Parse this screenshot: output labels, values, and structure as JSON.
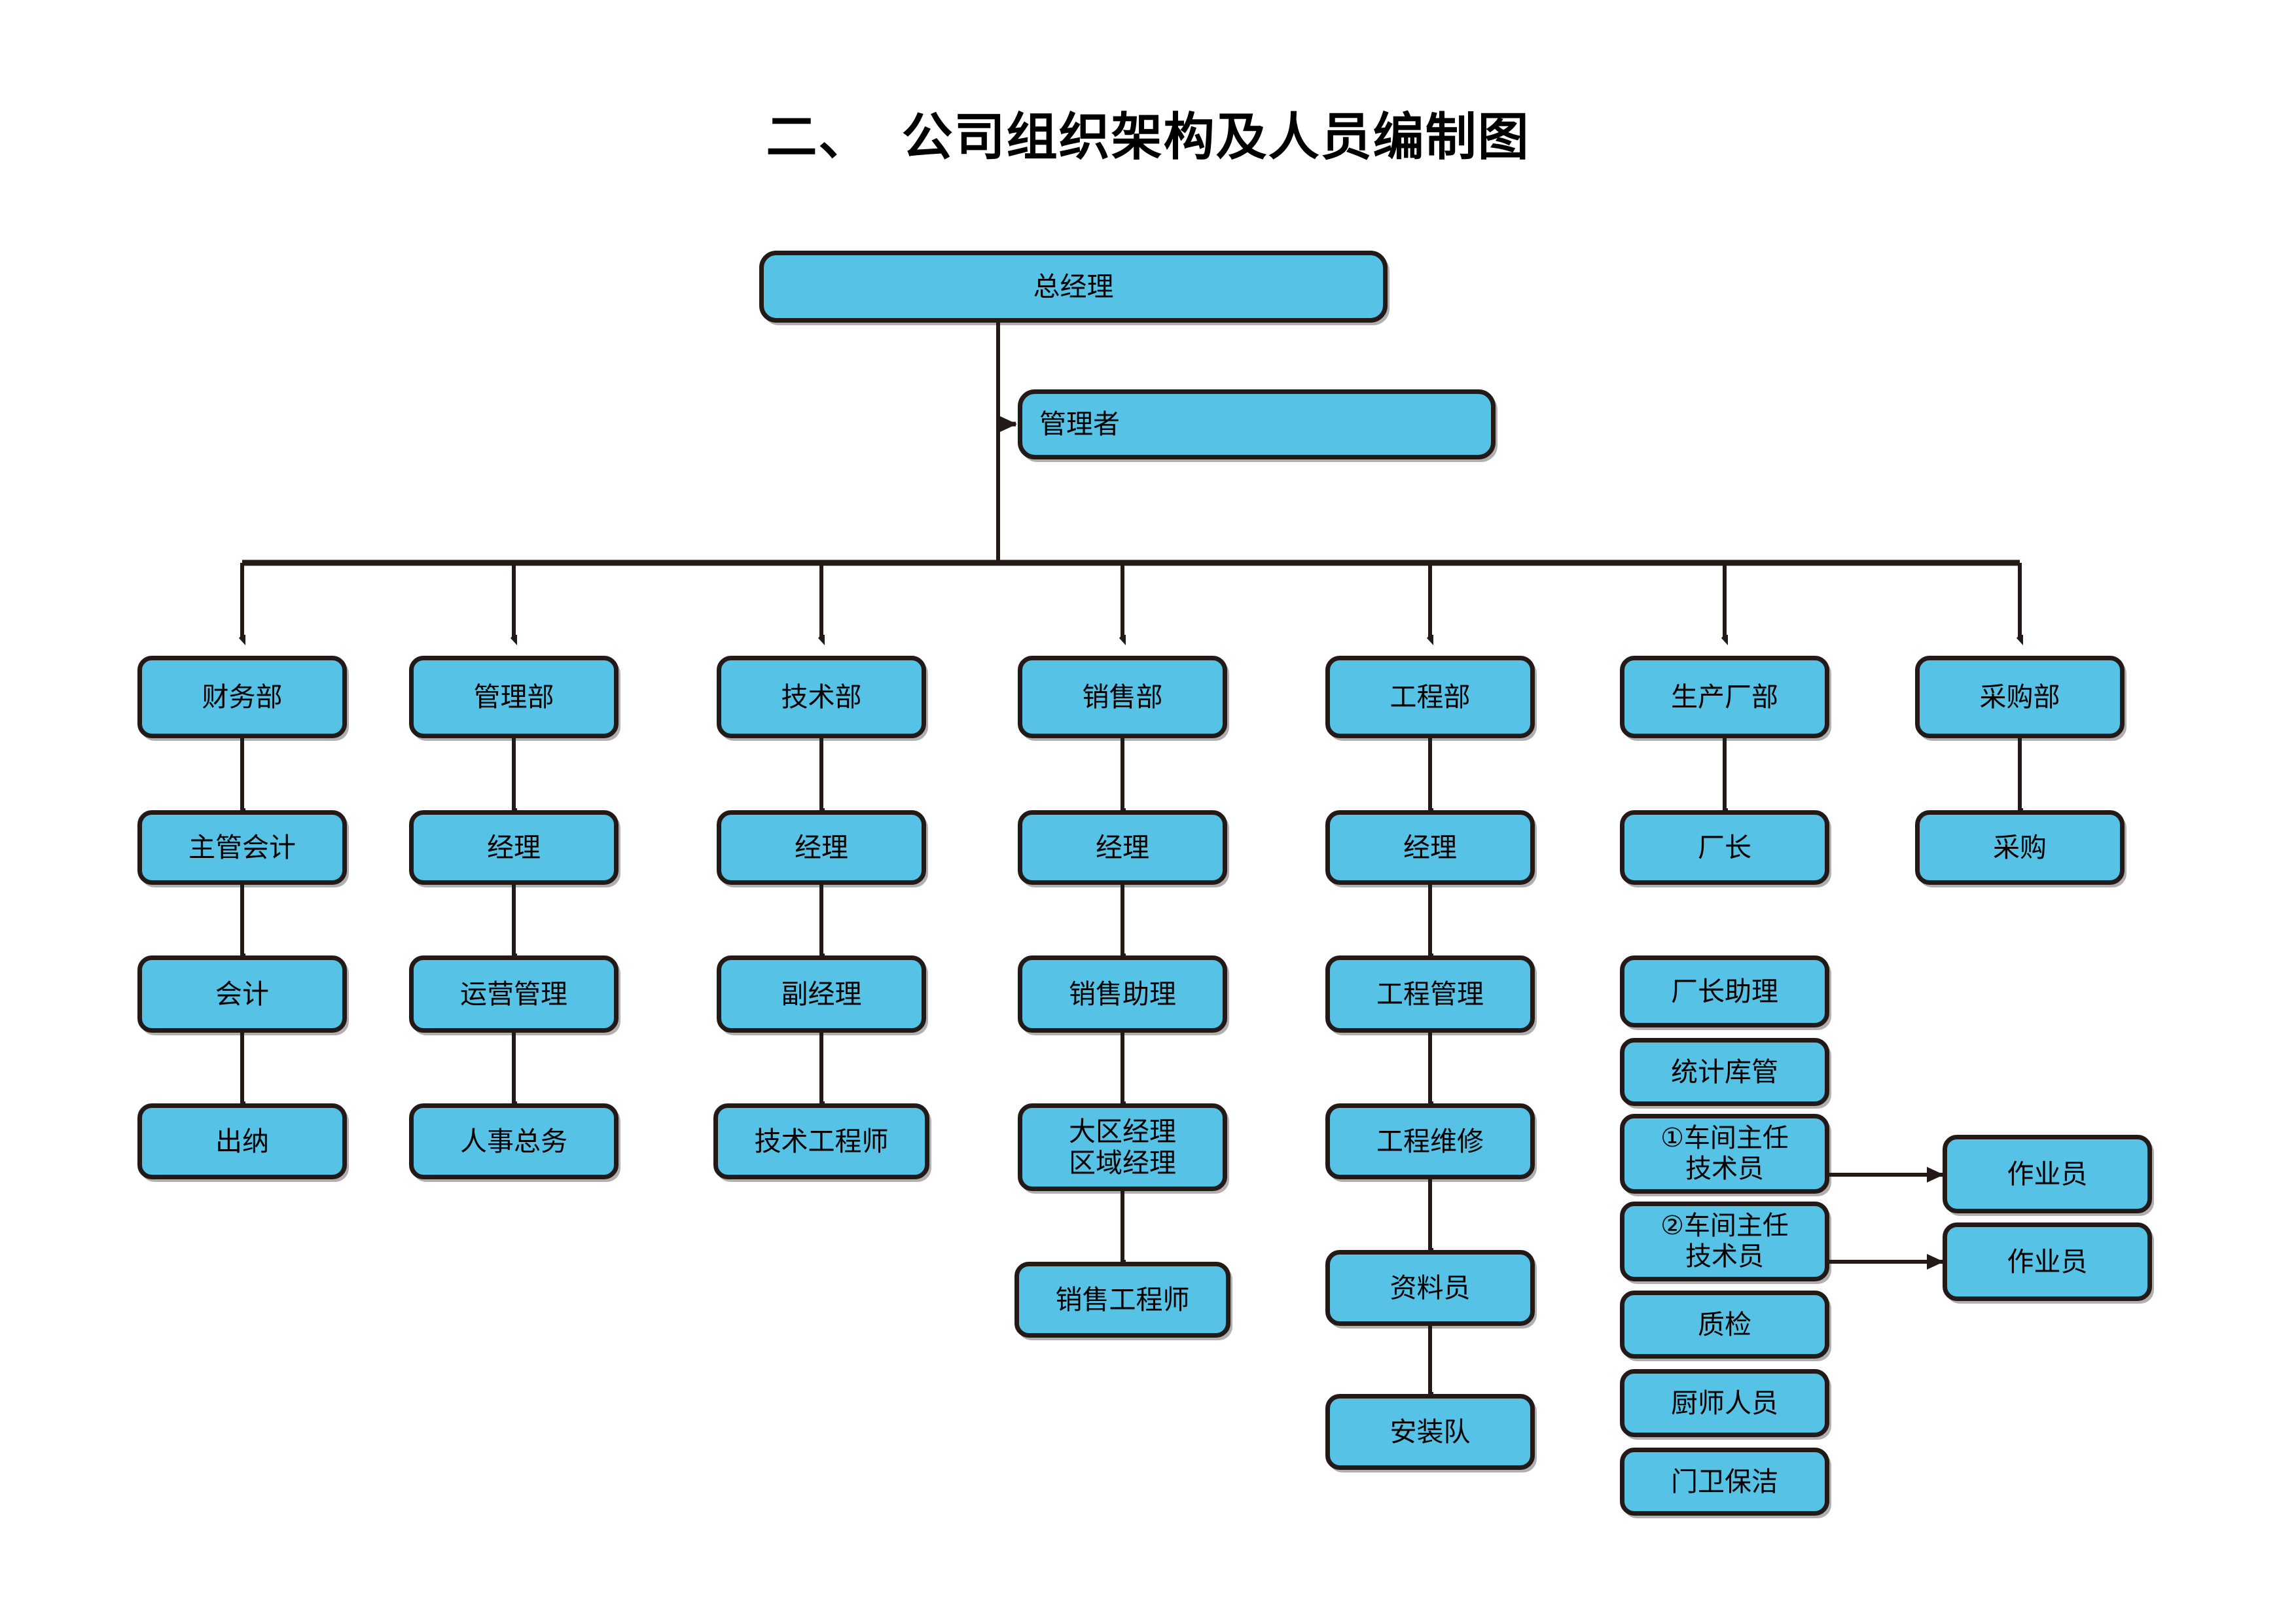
{
  "title": "二、  公司组织架构及人员编制图",
  "colors": {
    "node_fill": "#56c2e6",
    "node_border": "#231a18",
    "connector": "#231a18",
    "text": "#000000",
    "background": "#ffffff"
  },
  "nodes": {
    "general_manager": "总经理",
    "manager": "管理者",
    "departments": [
      "财务部",
      "管理部",
      "技术部",
      "销售部",
      "工程部",
      "生产厂部",
      "采购部"
    ],
    "finance": [
      "主管会计",
      "会计",
      "出纳"
    ],
    "administration": [
      "经理",
      "运营管理",
      "人事总务"
    ],
    "technology": [
      "经理",
      "副经理",
      "技术工程师"
    ],
    "sales": [
      "经理",
      "销售助理",
      "大区经理\n区域经理",
      "销售工程师"
    ],
    "engineering": [
      "经理",
      "工程管理",
      "工程维修",
      "资料员",
      "安装队"
    ],
    "production": [
      "厂长",
      "厂长助理",
      "统计库管",
      "①车间主任\n技术员",
      "②车间主任\n技术员",
      "质检",
      "厨师人员",
      "门卫保洁"
    ],
    "purchasing": [
      "采购"
    ],
    "operators": [
      "作业员",
      "作业员"
    ]
  }
}
